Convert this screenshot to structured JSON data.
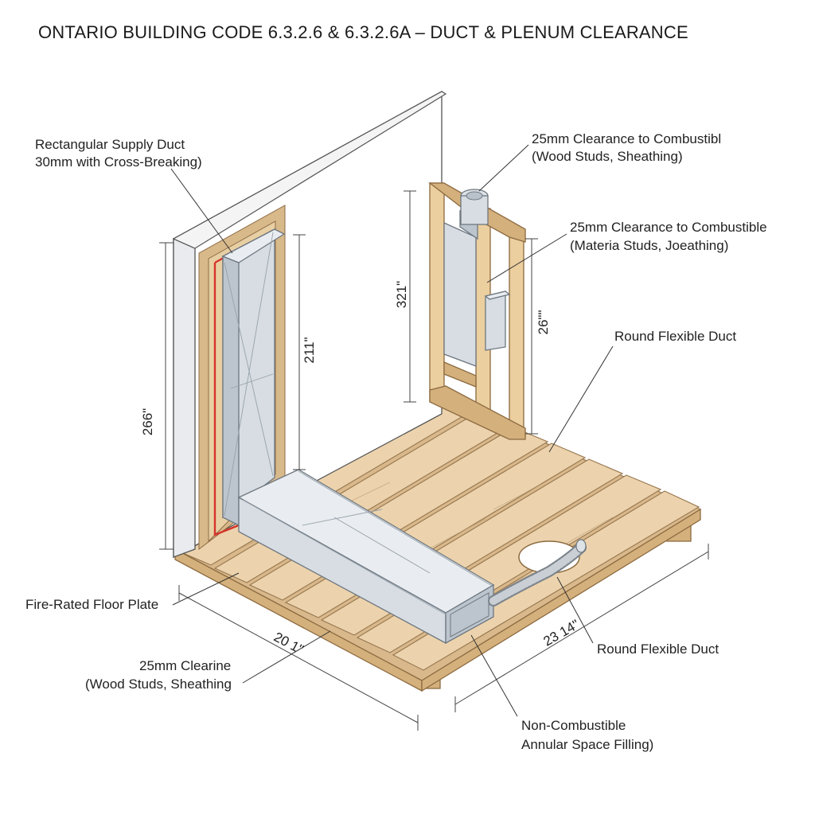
{
  "title": "ONTARIO BUILDING CODE 6.3.2.6 & 6.3.2.6A – DUCT & PLENUM CLEARANCE",
  "labels": {
    "rect_duct_line1": "Rectangular Supply Duct",
    "rect_duct_line2": "30mm with Cross-Breaking)",
    "clear_top_line1": "25mm Clearance to Combustibl",
    "clear_top_line2": "(Wood Studs, Sheathing)",
    "clear_mid_line1": "25mm Clearance to Combustible",
    "clear_mid_line2": "(Materia Studs, Joeathing)",
    "round_flex_upper": "Round Flexible Duct",
    "round_flex_lower": "Round Flexible Duct",
    "fire_floor_plate": "Fire-Rated Floor Plate",
    "clear_bottom_line1": "25mm Clearine",
    "clear_bottom_line2": "(Wood Studs, Sheathing",
    "annular_line1": "Non-Combustible",
    "annular_line2": "Annular Space Filling)"
  },
  "dimensions": {
    "wall_height": "266\"",
    "duct_height": "211\"",
    "frame_height": "321\"",
    "frame_inner_height": "26\"\"",
    "floor_front": "20 1\"",
    "floor_right": "23 14\""
  },
  "colors": {
    "wood": "#ecd3ad",
    "sheet_metal": "#d7dde3",
    "fire_line": "#d6332b",
    "insulation": "#d8b98a"
  }
}
